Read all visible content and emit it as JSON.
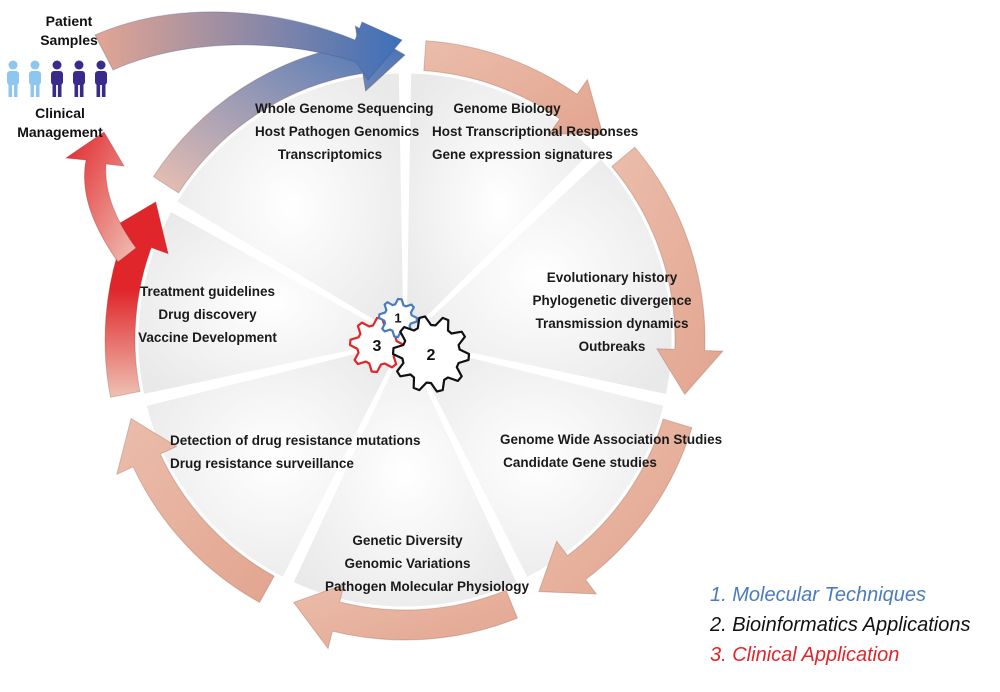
{
  "top_left": {
    "patient_samples": "Patient\nSamples",
    "clinical_management": "Clinical\nManagement"
  },
  "colors": {
    "blue": "#4a7bc0",
    "red": "#e0262a",
    "salmon": "#e7b09c",
    "sector_fill": "#eeeeee"
  },
  "sectors": [
    {
      "lines": [
        "Whole Genome Sequencing",
        "Host Pathogen Genomics",
        "Transcriptomics"
      ]
    },
    {
      "lines": [
        "Genome Biology",
        "Host Transcriptional Responses",
        "Gene expression signatures"
      ]
    },
    {
      "lines": [
        "Evolutionary history",
        "Phylogenetic divergence",
        "Transmission dynamics",
        "Outbreaks"
      ]
    },
    {
      "lines": [
        "Genome Wide Association Studies",
        "Candidate Gene studies"
      ]
    },
    {
      "lines": [
        "Genetic Diversity",
        "Genomic Variations",
        "Pathogen Molecular Physiology"
      ]
    },
    {
      "lines": [
        "Detection of drug resistance mutations",
        "Drug resistance surveillance"
      ]
    },
    {
      "lines": [
        "Treatment guidelines",
        "Drug discovery",
        "Vaccine Development"
      ]
    }
  ],
  "gears": [
    {
      "label": "1",
      "color": "#4a7bc0"
    },
    {
      "label": "2",
      "color": "#111111"
    },
    {
      "label": "3",
      "color": "#e0262a"
    }
  ],
  "legend": [
    {
      "text": "1. Molecular Techniques",
      "color": "#4a7bc0"
    },
    {
      "text": "2. Bioinformatics Applications",
      "color": "#111111"
    },
    {
      "text": "3. Clinical Application",
      "color": "#e0262a"
    }
  ]
}
